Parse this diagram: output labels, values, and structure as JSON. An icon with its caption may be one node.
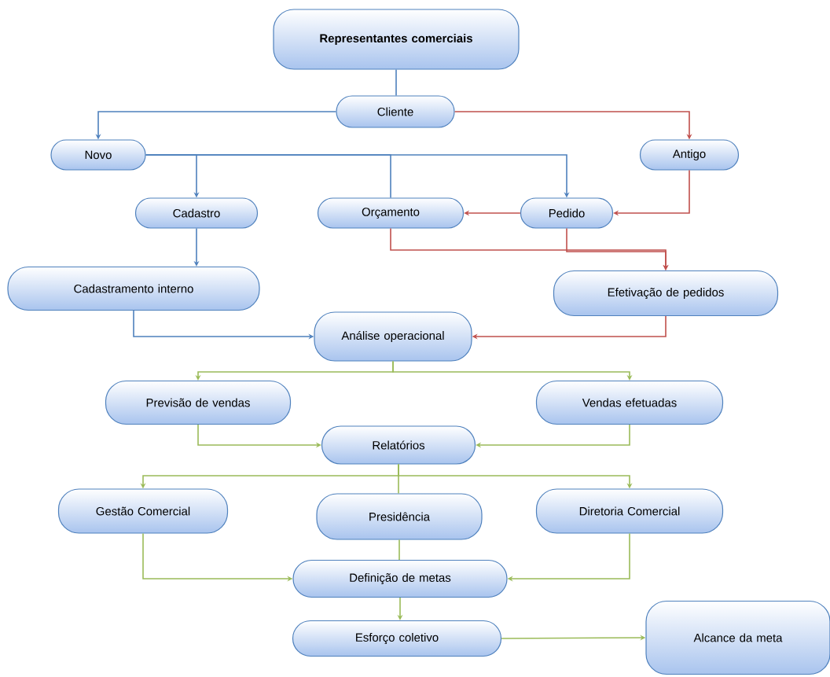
{
  "diagram": {
    "nodes": [
      {
        "text": [
          "Representantes comerciais"
        ]
      },
      {
        "text": [
          "Cliente"
        ]
      },
      {
        "text": [
          "Novo"
        ]
      },
      {
        "text": [
          "Antigo"
        ]
      },
      {
        "text": [
          "Cadastro"
        ]
      },
      {
        "text": [
          "Orçamento"
        ]
      },
      {
        "text": [
          "Pedido"
        ]
      },
      {
        "text": [
          "Cadastramento interno"
        ]
      },
      {
        "text": [
          "Efetivação de pedidos"
        ]
      },
      {
        "text": [
          "Análise operacional"
        ]
      },
      {
        "text": [
          "Previsão de vendas"
        ]
      },
      {
        "text": [
          "Vendas efetuadas"
        ]
      },
      {
        "text": [
          "Relatórios"
        ]
      },
      {
        "text": [
          "Gestão Comercial"
        ]
      },
      {
        "text": [
          "Presidência"
        ]
      },
      {
        "text": [
          "Diretoria Comercial"
        ]
      },
      {
        "text": [
          "Definição de metas"
        ]
      },
      {
        "text": [
          "Esforço coletivo"
        ]
      },
      {
        "text": [
          "Alcance da meta"
        ]
      }
    ],
    "edges": [
      {
        "from": 0,
        "to": 1,
        "arrow": "none",
        "color": "#4f81bd"
      },
      {
        "from": 1,
        "to": 2,
        "arrow": "to",
        "color": "#4f81bd"
      },
      {
        "from": 1,
        "to": 3,
        "arrow": "to",
        "color": "#c0504d"
      },
      {
        "from": 2,
        "to": 4,
        "arrow": "to",
        "color": "#4f81bd"
      },
      {
        "from": 2,
        "to": 5,
        "arrow": "none",
        "color": "#4f81bd"
      },
      {
        "from": 2,
        "to": 6,
        "arrow": "to",
        "color": "#4f81bd"
      },
      {
        "from": 3,
        "to": 6,
        "arrow": "to",
        "color": "#c0504d"
      },
      {
        "from": 6,
        "to": 5,
        "arrow": "to",
        "color": "#c0504d"
      },
      {
        "from": 5,
        "to": 8,
        "arrow": "to",
        "color": "#c0504d"
      },
      {
        "from": 6,
        "to": 8,
        "arrow": "to",
        "color": "#c0504d"
      },
      {
        "from": 4,
        "to": 7,
        "arrow": "to",
        "color": "#4f81bd"
      },
      {
        "from": 7,
        "to": 9,
        "arrow": "to",
        "color": "#4f81bd"
      },
      {
        "from": 8,
        "to": 9,
        "arrow": "to",
        "color": "#c0504d"
      },
      {
        "from": 9,
        "to": 10,
        "arrow": "to"
      },
      {
        "from": 9,
        "to": 11,
        "arrow": "to"
      },
      {
        "from": 10,
        "to": 12,
        "arrow": "to"
      },
      {
        "from": 11,
        "to": 12,
        "arrow": "to"
      },
      {
        "from": 12,
        "to": 13,
        "arrow": "to"
      },
      {
        "from": 12,
        "to": 14,
        "arrow": "none"
      },
      {
        "from": 12,
        "to": 15,
        "arrow": "to"
      },
      {
        "from": 13,
        "to": 16,
        "arrow": "to"
      },
      {
        "from": 14,
        "to": 16,
        "arrow": "none"
      },
      {
        "from": 15,
        "to": 16,
        "arrow": "to"
      },
      {
        "from": 16,
        "to": 17,
        "arrow": "to"
      },
      {
        "from": 17,
        "to": 18,
        "arrow": "to"
      }
    ]
  }
}
